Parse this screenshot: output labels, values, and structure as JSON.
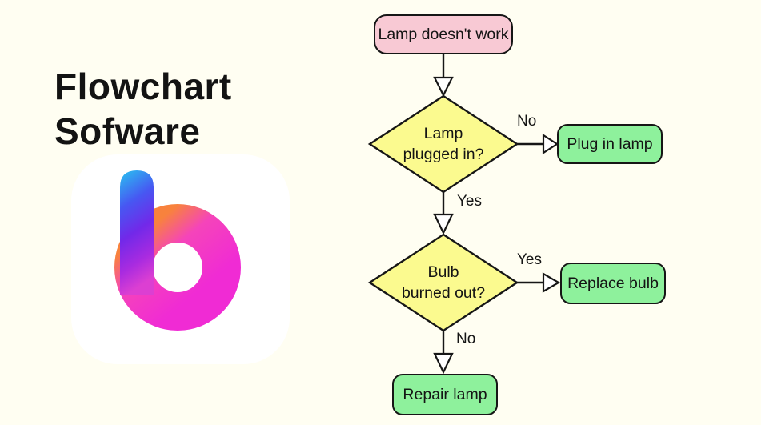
{
  "branding": {
    "title_line1": "Flowchart",
    "title_line2": "Sofware",
    "logo": "b-app-icon"
  },
  "flowchart": {
    "start": {
      "label": "Lamp doesn't work",
      "fill": "#F8C9D4"
    },
    "decision1": {
      "line1": "Lamp",
      "line2": "plugged in?",
      "fill": "#FBFA8F"
    },
    "action1": {
      "label": "Plug in lamp",
      "fill": "#8EF19C"
    },
    "decision2": {
      "line1": "Bulb",
      "line2": "burned out?",
      "fill": "#FBFA8F"
    },
    "action2": {
      "label": "Replace bulb",
      "fill": "#8EF19C"
    },
    "action3": {
      "label": "Repair lamp",
      "fill": "#8EF19C"
    },
    "labels": {
      "d1_no": "No",
      "d1_yes": "Yes",
      "d2_yes": "Yes",
      "d2_no": "No"
    }
  },
  "colors": {
    "background": "#FFFEF2",
    "outline": "#161616",
    "logo_card": "#FFFFFF",
    "logo_stem_top": "#29C3F0",
    "logo_stem_mid": "#7129E9",
    "logo_stem_bottom": "#DC3FD2",
    "logo_ring_orange": "#F8823D",
    "logo_ring_pink": "#F02BD4"
  }
}
